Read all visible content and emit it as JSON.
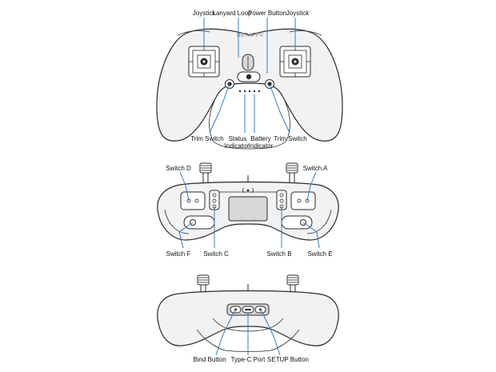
{
  "top_view": {
    "brand": "BETAFPV",
    "labels": {
      "joystick_left": "Joystick",
      "lanyard_loop": "Lanyard Loop",
      "power_button": "Power Button",
      "joystick_right": "Joystick",
      "trim_switch_left": "Trim Switch",
      "status_indicator": [
        "Status",
        "Indicator"
      ],
      "battery_indicator": [
        "Battery",
        "Indicator"
      ],
      "trim_switch_right": "Trim Switch"
    }
  },
  "front_view": {
    "labels": {
      "switch_d": "Switch D",
      "switch_a": "Switch A",
      "switch_f": "Switch F",
      "switch_c": "Switch C",
      "switch_b": "Switch B",
      "switch_e": "Switch E"
    }
  },
  "bottom_view": {
    "labels": {
      "bind_button": "Bind Button",
      "type_c_port": "Type-C Port",
      "setup_button": "SETUP Button"
    }
  },
  "colors": {
    "leader_line": "#2f7fd0",
    "outline": "#2a2a2a",
    "body_fill": "#f2f2f2"
  }
}
